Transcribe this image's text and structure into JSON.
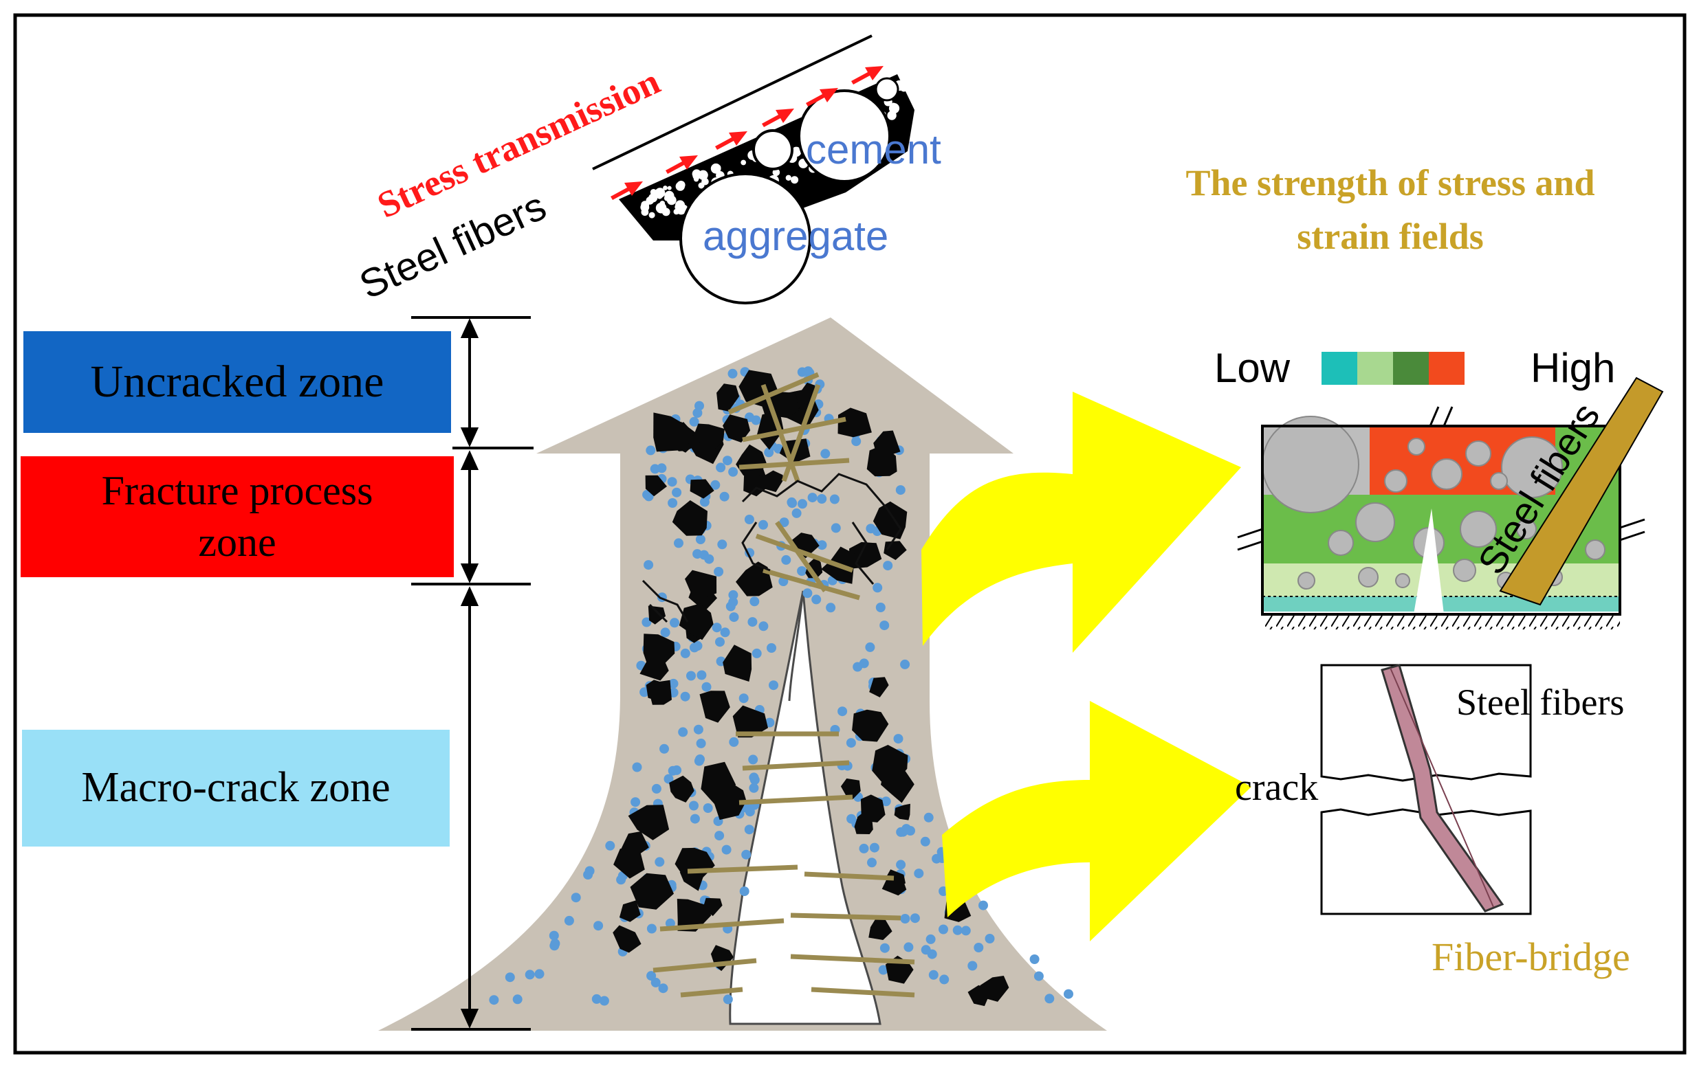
{
  "zones": {
    "uncracked": "Uncracked zone",
    "fracture_line1": "Fracture process",
    "fracture_line2": "zone",
    "macro": "Macro-crack zone"
  },
  "top_inset": {
    "stress_transmission": "Stress transmission",
    "steel_fibers": "Steel fibers",
    "cement": "cement",
    "aggregate": "aggregate"
  },
  "strength_title": {
    "line1": "The strength of stress and",
    "line2": "strain fields"
  },
  "legend": {
    "low": "Low",
    "high": "High",
    "colors": [
      "#1dbfb8",
      "#a8d890",
      "#4a8a3a",
      "#f24a1e"
    ]
  },
  "field_inset": {
    "steel_fibers": "Steel fibers"
  },
  "bridge_inset": {
    "steel_fibers": "Steel fibers",
    "crack": "crack",
    "caption": "Fiber-bridge"
  },
  "colors": {
    "uncracked_fill": "#1266c4",
    "fracture_fill": "#ff0000",
    "macro_fill": "#99e0f7",
    "arrow_fill": "#ffff00",
    "concrete": "#c9c1b5",
    "fiber": "#9a8a50",
    "title_gold": "#c9a227",
    "stress_red": "#ff1a1a",
    "cement_blue": "#4a78d0"
  }
}
